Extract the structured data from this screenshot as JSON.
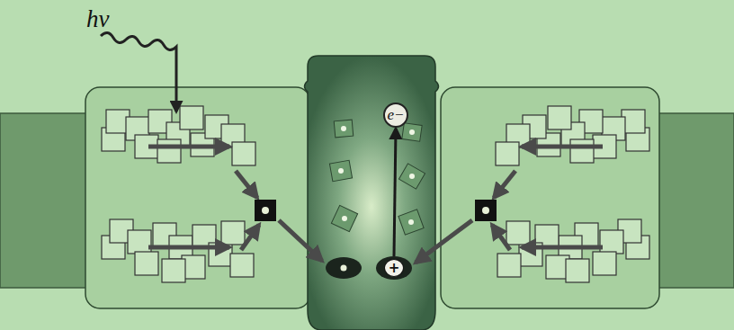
{
  "diagram": {
    "nodes": [
      {
        "text": [
          "e−"
        ]
      },
      {
        "text": [
          "+"
        ]
      }
    ],
    "edges": [
      {
        "from": 1,
        "to": 0,
        "arrow": "to"
      }
    ],
    "labels": [
      "hν"
    ]
  }
}
